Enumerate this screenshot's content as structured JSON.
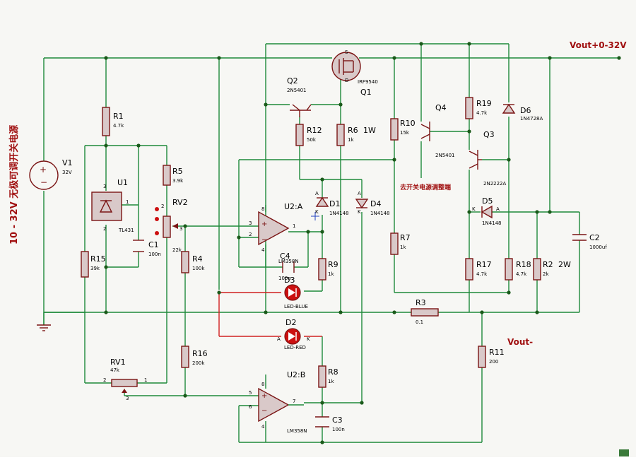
{
  "title_vertical": "10 - 32V 无极可调开关电源",
  "vout_plus": "Vout+0-32V",
  "vout_minus": "Vout-",
  "note_switch": "去开关电源调整端",
  "pin_labels": {
    "k": "K",
    "a": "A",
    "one": "1",
    "two": "2",
    "three": "3",
    "four": "4",
    "five": "5",
    "six": "6",
    "seven": "7",
    "eight": "8",
    "q1_d": "D",
    "q1_s": "S"
  },
  "components": {
    "v1": {
      "ref": "V1",
      "value": "32V"
    },
    "r1": {
      "ref": "R1",
      "value": "4.7k"
    },
    "r2": {
      "ref": "R2",
      "value": "2k",
      "extra": "2W"
    },
    "r3": {
      "ref": "R3",
      "value": "0.1"
    },
    "r4": {
      "ref": "R4",
      "value": "100k"
    },
    "r5": {
      "ref": "R5",
      "value": "3.9k"
    },
    "r6": {
      "ref": "R6",
      "value": "1k",
      "extra": "1W"
    },
    "r7": {
      "ref": "R7",
      "value": "1k"
    },
    "r8": {
      "ref": "R8",
      "value": "1k"
    },
    "r9": {
      "ref": "R9",
      "value": "1k"
    },
    "r10": {
      "ref": "R10",
      "value": "15k"
    },
    "r11": {
      "ref": "R11",
      "value": "200"
    },
    "r12": {
      "ref": "R12",
      "value": "50k"
    },
    "r15": {
      "ref": "R15",
      "value": "39k"
    },
    "r16": {
      "ref": "R16",
      "value": "200k"
    },
    "r17": {
      "ref": "R17",
      "value": "4.7k"
    },
    "r18": {
      "ref": "R18",
      "value": "4.7k"
    },
    "r19": {
      "ref": "R19",
      "value": "4.7k"
    },
    "rv1": {
      "ref": "RV1",
      "value": "47k"
    },
    "rv2": {
      "ref": "RV2",
      "value": "22k"
    },
    "c1": {
      "ref": "C1",
      "value": "100n"
    },
    "c2": {
      "ref": "C2",
      "value": "1000uf"
    },
    "c3": {
      "ref": "C3",
      "value": "100n"
    },
    "c4": {
      "ref": "C4",
      "value": "100n"
    },
    "u1": {
      "ref": "U1",
      "value": "TL431"
    },
    "u2a": {
      "ref": "U2:A",
      "value": "LM358N"
    },
    "u2b": {
      "ref": "U2:B",
      "value": "LM358N"
    },
    "q1": {
      "ref": "Q1",
      "value": "IRF9540"
    },
    "q2": {
      "ref": "Q2",
      "value": "2N5401"
    },
    "q3": {
      "ref": "Q3",
      "value": "2N2222A"
    },
    "q4": {
      "ref": "Q4",
      "value": "2N5401"
    },
    "d1": {
      "ref": "D1",
      "value": "1N4148"
    },
    "d3": {
      "ref": "D3",
      "value": "LED-BLUE"
    },
    "d2": {
      "ref": "D2",
      "value": "LED-RED"
    },
    "d4": {
      "ref": "D4",
      "value": "1N4148"
    },
    "d5": {
      "ref": "D5",
      "value": "1N4148"
    },
    "d6": {
      "ref": "D6",
      "value": "1N4728A"
    }
  }
}
